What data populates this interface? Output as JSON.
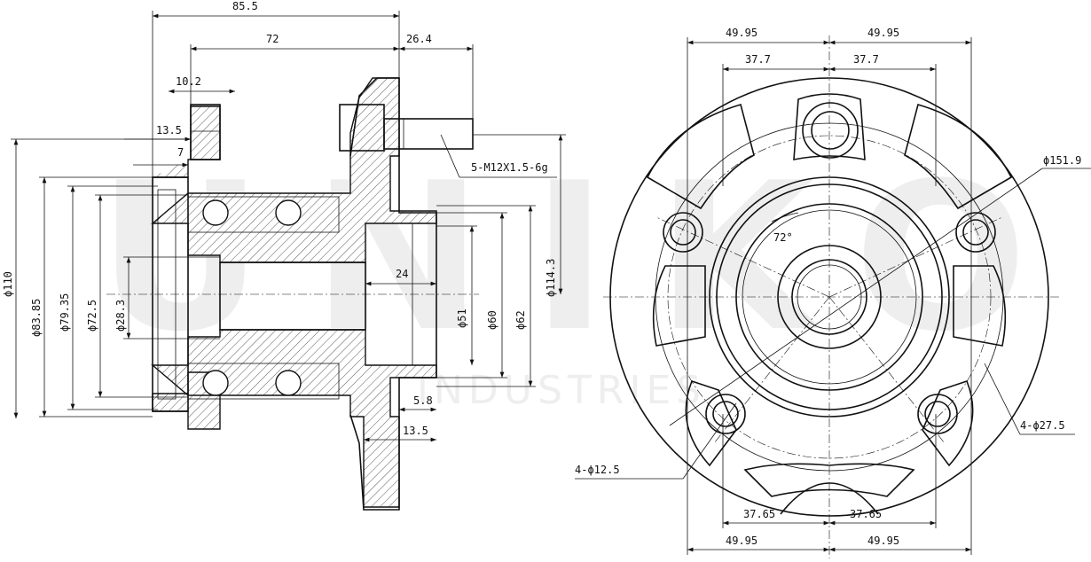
{
  "watermark": {
    "brand": "UNIKO",
    "subtitle": "INDUSTRIES"
  },
  "side_view": {
    "dims": {
      "overall_length": "85.5",
      "hub_length": "72",
      "stud_offset": "26.4",
      "flange_width": "10.2",
      "step_a": "13.5",
      "step_b": "7",
      "bore_depth": "24",
      "flange_thk": "5.8",
      "flange_offset": "13.5",
      "dia_outer": "ϕ110",
      "dia_a": "ϕ83.85",
      "dia_b": "ϕ79.35",
      "dia_c": "ϕ72.5",
      "dia_bore": "ϕ28.3",
      "dia_pilot": "ϕ51",
      "dia_d": "ϕ60",
      "dia_e": "ϕ62",
      "pcd": "ϕ114.3"
    },
    "stud_callout": "5-M12X1.5-6g"
  },
  "front_view": {
    "dims": {
      "top_left_outer": "49.95",
      "top_right_outer": "49.95",
      "top_left_inner": "37.7",
      "top_right_inner": "37.7",
      "bottom_left_inner": "37.65",
      "bottom_right_inner": "37.65",
      "bottom_left_outer": "49.95",
      "bottom_right_outer": "49.95",
      "flange_dia": "ϕ151.9",
      "angle": "72°",
      "small_holes": "4-ϕ12.5",
      "large_holes": "4-ϕ27.5"
    }
  }
}
